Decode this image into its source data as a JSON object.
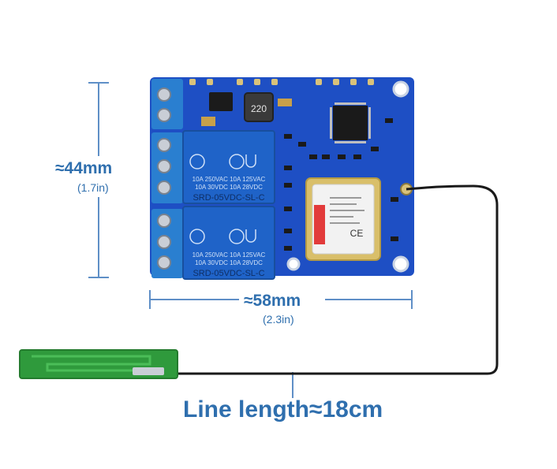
{
  "dimensions": {
    "height": {
      "main": "≈44mm",
      "sub": "(1.7in)"
    },
    "width": {
      "main": "≈58mm",
      "sub": "(2.3in)"
    },
    "line_length": "Line length≈18cm"
  },
  "board": {
    "inductor_label": "220",
    "relay_top": {
      "line1": "10A 250VAC   10A 125VAC",
      "line2": "10A 30VDC   10A 28VDC",
      "model": "SRD-05VDC-SL-C"
    },
    "relay_bottom": {
      "line1": "10A 250VAC   10A 125VAC",
      "line2": "10A 30VDC   10A 28VDC",
      "model": "SRD-05VDC-SL-C"
    },
    "module_mark": "CE"
  },
  "colors": {
    "dimension": "#2f6fae",
    "pcb": "#1e4fc4",
    "relay": "#1f63c8",
    "terminal": "#2a7fd0",
    "antenna": "#2f9a3c",
    "cable": "#1a1a1a"
  }
}
